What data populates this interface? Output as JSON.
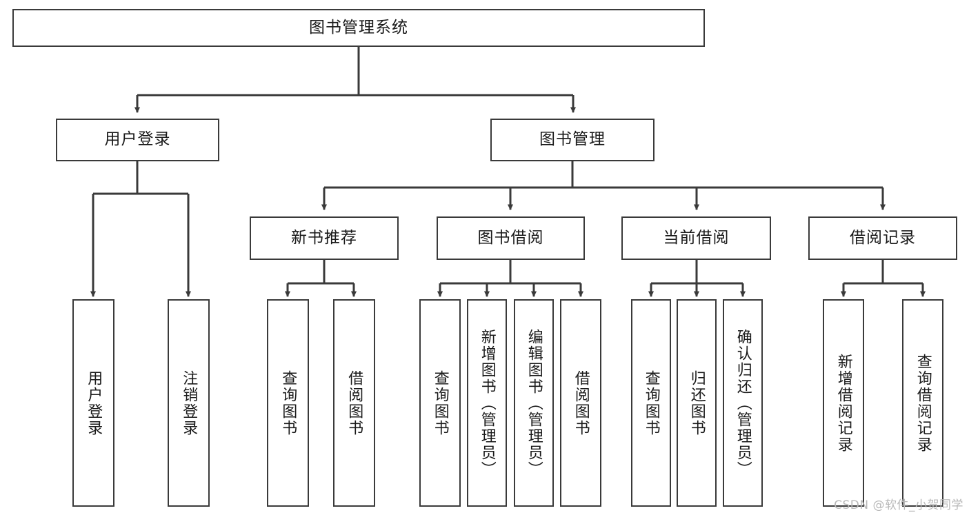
{
  "diagram": {
    "type": "hierarchy-tree",
    "title": "图书管理系统",
    "root": {
      "id": "root",
      "label": "图书管理系统"
    },
    "level2": [
      {
        "id": "user-login",
        "label": "用户登录"
      },
      {
        "id": "book-management",
        "label": "图书管理"
      }
    ],
    "level3": [
      {
        "id": "new-book-recommend",
        "label": "新书推荐",
        "parent": "book-management"
      },
      {
        "id": "book-borrow",
        "label": "图书借阅",
        "parent": "book-management"
      },
      {
        "id": "current-borrow",
        "label": "当前借阅",
        "parent": "book-management"
      },
      {
        "id": "borrow-record",
        "label": "借阅记录",
        "parent": "book-management"
      }
    ],
    "leaves": [
      {
        "id": "leaf-user-login",
        "label": "用户登录",
        "parent": "user-login"
      },
      {
        "id": "leaf-logout-login",
        "label": "注销登录",
        "parent": "user-login"
      },
      {
        "id": "leaf-query-book-1",
        "label": "查询图书",
        "parent": "new-book-recommend"
      },
      {
        "id": "leaf-borrow-book-1",
        "label": "借阅图书",
        "parent": "new-book-recommend"
      },
      {
        "id": "leaf-query-book-2",
        "label": "查询图书",
        "parent": "book-borrow"
      },
      {
        "id": "leaf-add-book-admin",
        "label": "新增图书（管理员）",
        "parent": "book-borrow"
      },
      {
        "id": "leaf-edit-book-admin",
        "label": "编辑图书（管理员）",
        "parent": "book-borrow"
      },
      {
        "id": "leaf-borrow-book-2",
        "label": "借阅图书",
        "parent": "book-borrow"
      },
      {
        "id": "leaf-query-book-3",
        "label": "查询图书",
        "parent": "current-borrow"
      },
      {
        "id": "leaf-return-book",
        "label": "归还图书",
        "parent": "current-borrow"
      },
      {
        "id": "leaf-confirm-return-admin",
        "label": "确认归还（管理员）",
        "parent": "current-borrow"
      },
      {
        "id": "leaf-add-borrow-record",
        "label": "新增借阅记录",
        "parent": "borrow-record"
      },
      {
        "id": "leaf-query-borrow-record",
        "label": "查询借阅记录",
        "parent": "borrow-record"
      }
    ],
    "colors": {
      "stroke": "#3a3a3a",
      "fill": "#ffffff",
      "text": "#1a1a1a",
      "watermark": "#b8b8b8"
    }
  },
  "watermark": {
    "text": "CSDN @软件_小贺同学"
  }
}
